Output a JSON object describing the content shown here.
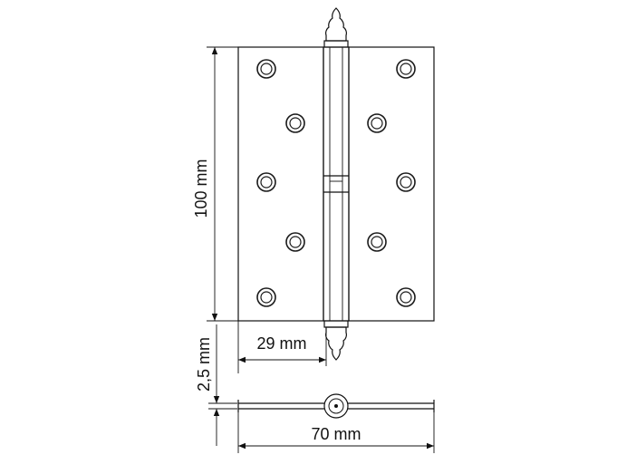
{
  "dimensions": {
    "height": "100 mm",
    "leaf_width": "29 mm",
    "thickness": "2,5 mm",
    "total_width": "70 mm"
  },
  "colors": {
    "line": "#111111",
    "background": "#ffffff",
    "screw_ring": "#1a1a1a"
  },
  "icons": {
    "finial": "finial-cap-icon",
    "screw_hole": "countersunk-screw-hole-icon",
    "arrowhead": "arrowhead-icon"
  }
}
